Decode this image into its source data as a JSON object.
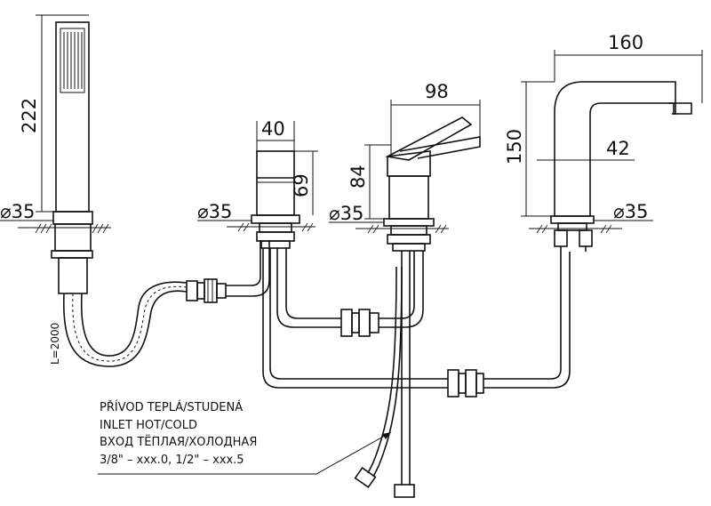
{
  "dimensions": {
    "shower_length": "222",
    "shower_dia": "⌀35",
    "valve_width": "40",
    "valve_height": "69",
    "valve_dia": "⌀35",
    "mixer_width": "98",
    "mixer_height": "84",
    "mixer_dia": "⌀35",
    "spout_length": "160",
    "spout_height": "150",
    "spout_reach": "42",
    "spout_dia": "⌀35",
    "hose_length": "L=2000"
  },
  "note": {
    "line1": "PŘÍVOD TEPLÁ/STUDENÁ",
    "line2": "INLET HOT/COLD",
    "line3": "ВХОД ТЁПЛАЯ/ХОЛОДНАЯ",
    "line4": "3/8\"  –  xxx.0,  1/2\"  –  xxx.5"
  }
}
